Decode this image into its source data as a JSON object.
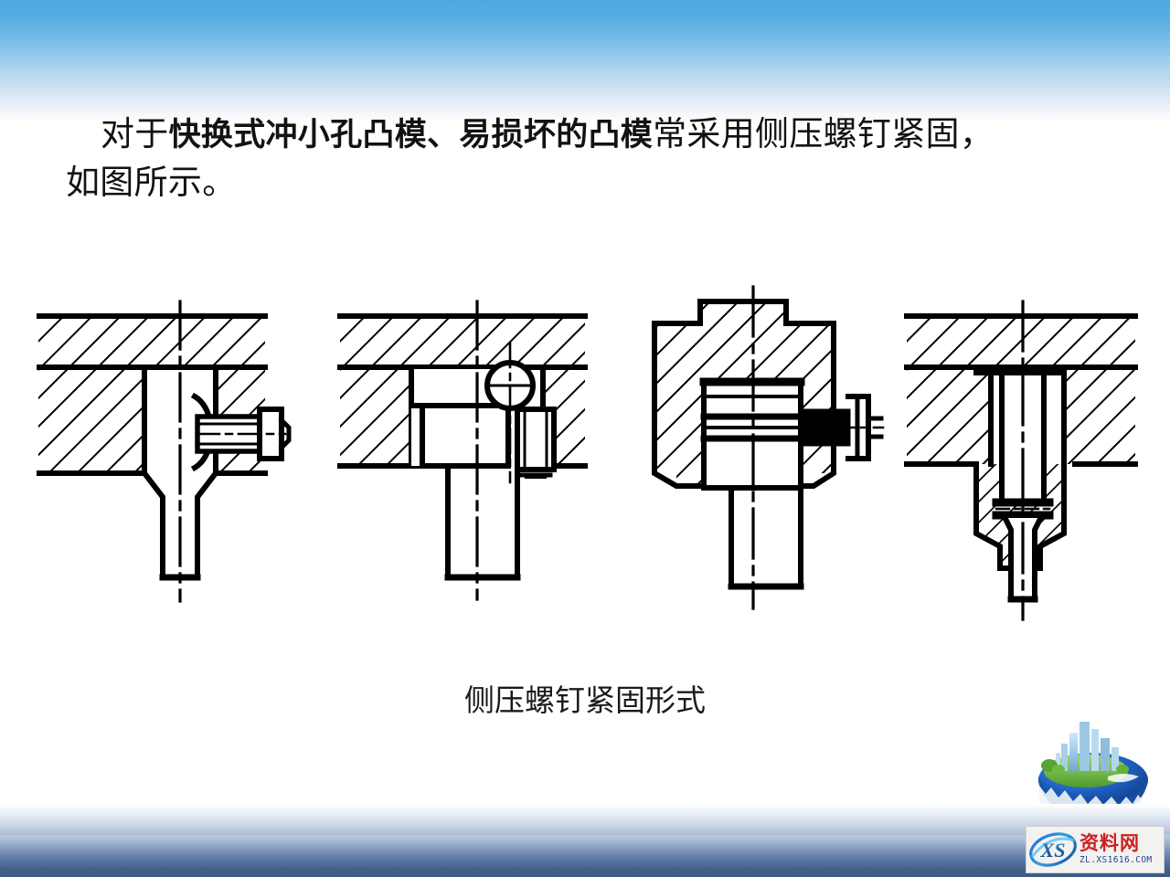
{
  "slide": {
    "background_color": "#ffffff",
    "top_band_color": "#4FAAE0",
    "bottom_band_color": "#3C5A84"
  },
  "body": {
    "indent": "",
    "line1_part1": "对于",
    "line1_emph1": "快换式冲小孔凸模、易损坏的凸模",
    "line1_part2": "常采用侧压螺钉紧固，",
    "line2": "如图所示。"
  },
  "figure": {
    "caption": "侧压螺钉紧固形式",
    "kind": "engineering-section-drawing",
    "count": 4,
    "panels": [
      {
        "id": "panel-1",
        "name": "side-screw-on-punch-shoulder",
        "description": "快换式小凸模，凸模台肩由侧压螺钉顶紧在固定板内"
      },
      {
        "id": "panel-2",
        "name": "side-screw-with-ball-detent",
        "description": "凸模上端球头定位，旁边为侧压紧固螺钉"
      },
      {
        "id": "panel-3",
        "name": "stepped-holder-side-screw",
        "description": "阶梯式固定块，侧面螺钉压紧凸模"
      },
      {
        "id": "panel-4",
        "name": "punch-with-protective-sleeve",
        "description": "带护套凸模，固定板内镶套紧固"
      }
    ]
  },
  "watermark": {
    "logo_text": "XS",
    "site_name": "资料网",
    "url": "ZL.XS1616.COM"
  },
  "decor": {
    "globe_alt": "city-on-globe-artwork"
  }
}
